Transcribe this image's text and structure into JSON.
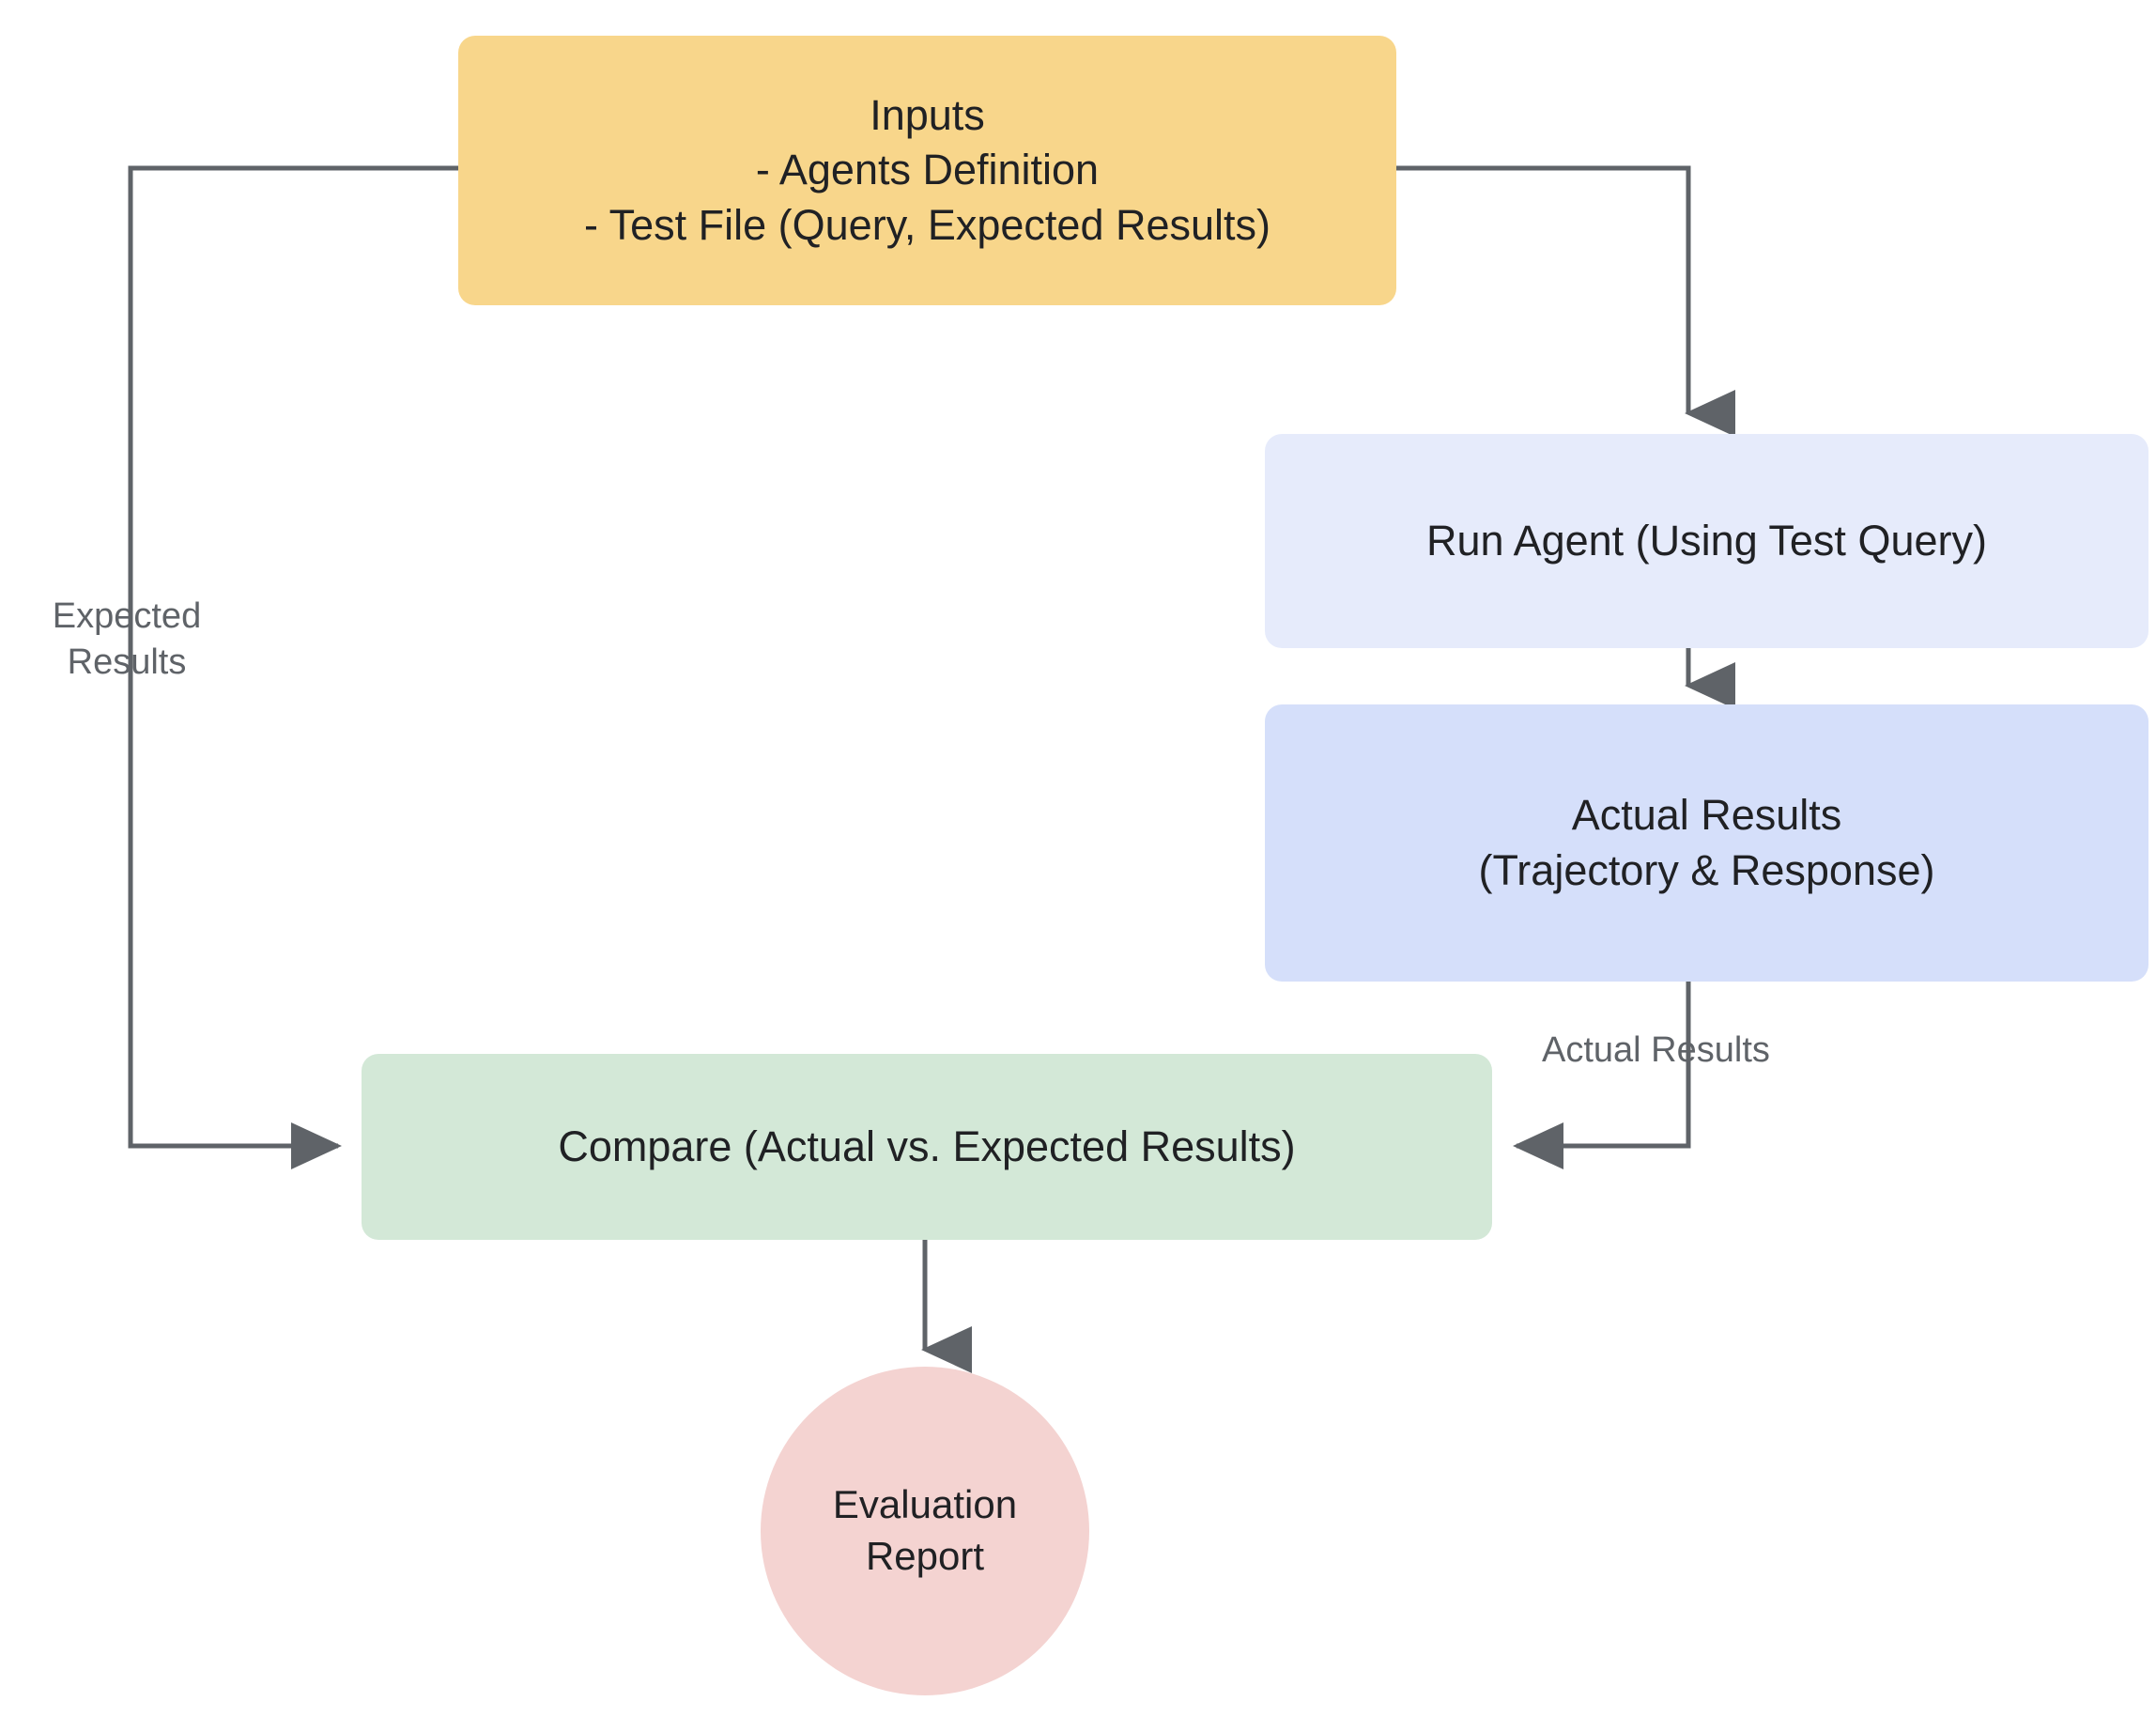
{
  "diagram": {
    "title": "Agent Evaluation Flow",
    "type": "flowchart",
    "background_color": "#ffffff",
    "edge_color": "#5f6368",
    "nodes": [
      {
        "id": "inputs",
        "label": "Inputs\n- Agents Definition\n- Test File (Query, Expected Results)",
        "shape": "rounded-rect",
        "color": "#f8d68b"
      },
      {
        "id": "run_agent",
        "label": "Run Agent (Using Test Query)",
        "shape": "rounded-rect",
        "color": "#e6ebfb"
      },
      {
        "id": "actual_results",
        "label": "Actual Results\n(Trajectory & Response)",
        "shape": "rounded-rect",
        "color": "#d5dffa"
      },
      {
        "id": "compare",
        "label": "Compare (Actual vs. Expected Results)",
        "shape": "rounded-rect",
        "color": "#d3e8d7"
      },
      {
        "id": "evaluation_report",
        "label": "Evaluation\nReport",
        "shape": "circle",
        "color": "#f4d3d1"
      }
    ],
    "edges": [
      {
        "from": "inputs",
        "to": "run_agent",
        "label": ""
      },
      {
        "from": "inputs",
        "to": "compare",
        "label": "Expected\nResults"
      },
      {
        "from": "run_agent",
        "to": "actual_results",
        "label": ""
      },
      {
        "from": "actual_results",
        "to": "compare",
        "label": "Actual Results"
      },
      {
        "from": "compare",
        "to": "evaluation_report",
        "label": ""
      }
    ]
  }
}
